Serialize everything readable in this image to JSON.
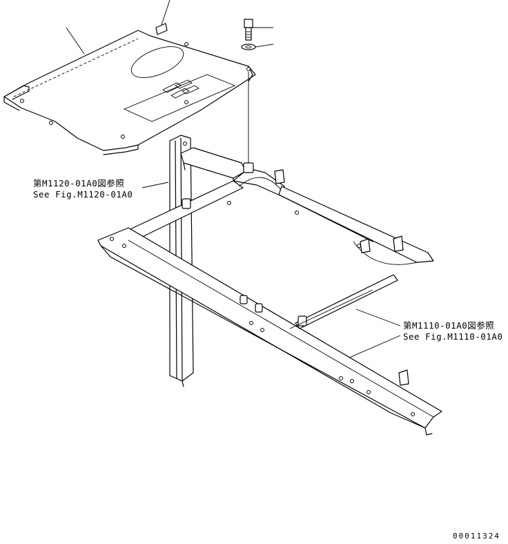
{
  "references": {
    "left": {
      "line_jp": "第M1120-01A0図参照",
      "line_en": "See Fig.M1120-01A0"
    },
    "right": {
      "line_jp": "第M1110-01A0図参照",
      "line_en": "See Fig.M1110-01A0"
    }
  },
  "drawing_number": "00011324"
}
